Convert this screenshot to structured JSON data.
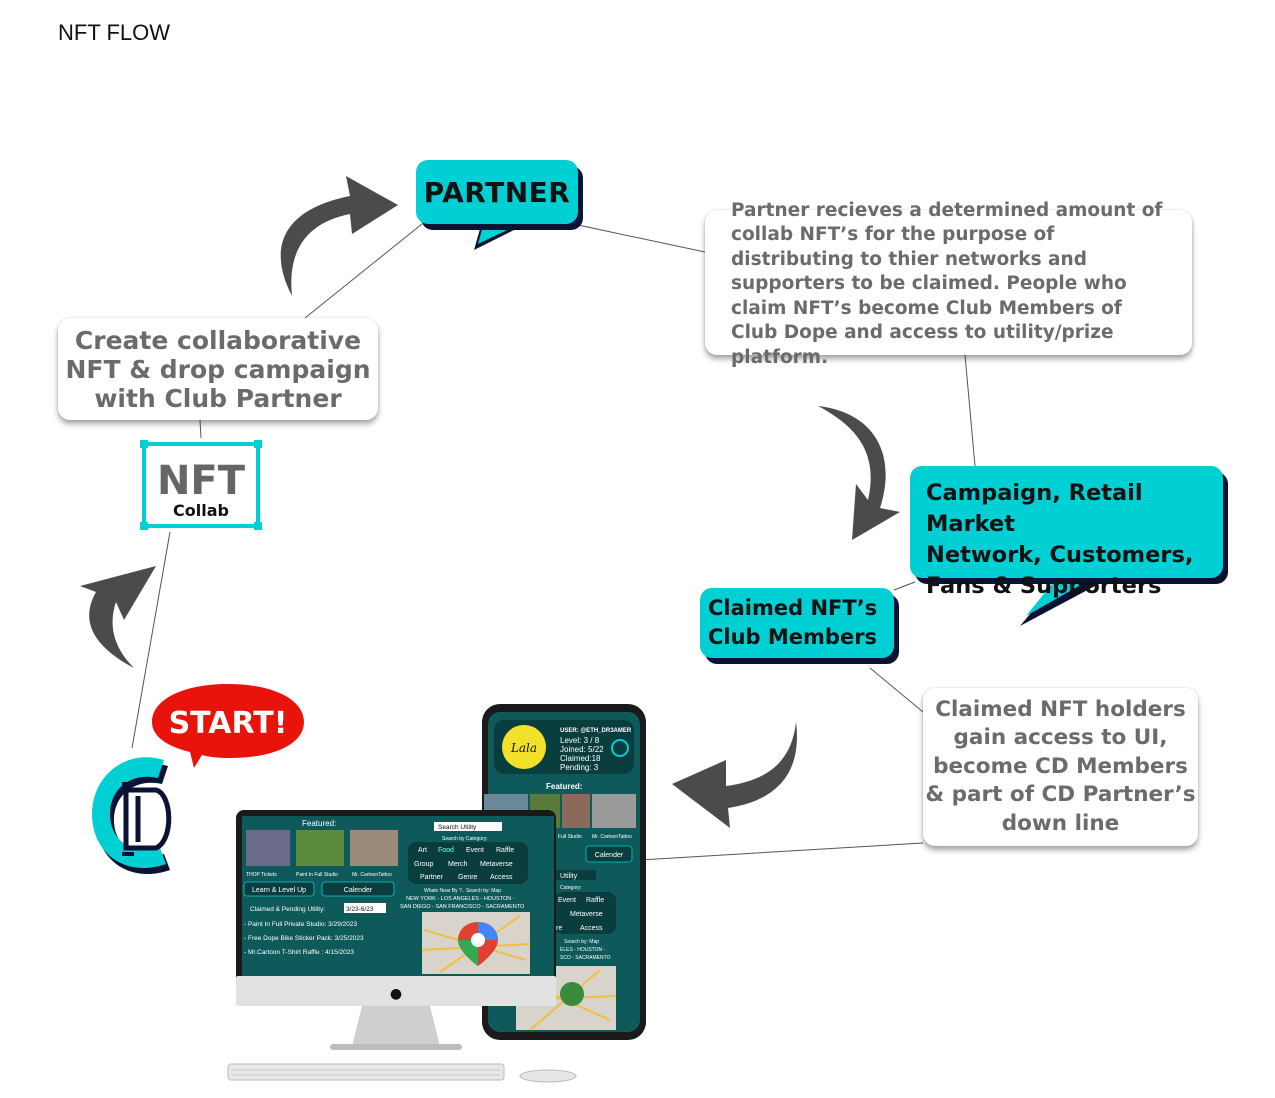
{
  "page_title": "NFT FLOW",
  "nodes": {
    "partner": "PARTNER",
    "create_campaign": [
      "Create collaborative",
      "NFT & drop campaign",
      "with Club Partner"
    ],
    "partner_description": "Partner recieves a determined amount of collab NFT’s  for the purpose of distributing to thier networks and supporters to be claimed. People who claim NFT’s become Club Members of Club Dope and access to utility/prize platform.",
    "campaign_network": [
      "Campaign, Retail Market",
      "Network, Customers,",
      "Fans & Supporters"
    ],
    "claimed_members": [
      "Claimed NFT’s",
      "Club Members"
    ],
    "holders_description": [
      "Claimed  NFT holders",
      "gain  access to UI,",
      "become CD Members",
      "& part of CD Partner’s",
      "down line"
    ],
    "start": "START!"
  },
  "nft_logo": {
    "big": "NFT",
    "small": "Collab"
  },
  "desktop_screen": {
    "featured": "Featured:",
    "thumb_captions": [
      "THOP Tickets",
      "Paint In Full Studio",
      "Mr. CartoonTattoo"
    ],
    "buttons": [
      "Learn & Level Up",
      "Calender"
    ],
    "utility_header": "Claimed & Pending Utility:",
    "utility_range": "3/23-6/23",
    "utility_items": [
      "- Paint In Full Private Studio:  3/29/2023",
      "- Free Dope Bike Sticker Pack:  3/25/2023",
      "- Mr.Cartoon T-Shirt Raffle :  4/15/2023"
    ],
    "search_label": "Search Utility",
    "search_by_category": "Search by Category:",
    "categories": [
      "Art",
      "Food",
      "Event",
      "Raffle",
      "Group",
      "Merch",
      "Metaverse",
      "Partner",
      "Genre",
      "Access"
    ],
    "whats_near": "Whats Near By ?.. Search by: Map",
    "cities_1": "NEW YORK - LOS ANGELES - HOUSTON -",
    "cities_2": "SAN DIEGO - SAN FRANCISCO - SACRAMENTO"
  },
  "phone_screen": {
    "user": "USER: @ETH_DR3AMER",
    "level": "Level: 3 / 8",
    "joined": "Joined: 5/22",
    "claimed": "Claimed:18",
    "pending": "Pending: 3",
    "featured": "Featured:",
    "captions": [
      "Full Studio",
      "Mr. CartoonTattoo"
    ],
    "button": "Calender",
    "utility": "Utility",
    "category": "Category:",
    "cats": [
      "Event",
      "Raffle",
      "Metaverse",
      "re",
      "Access"
    ],
    "search_map": "Search by: Map",
    "cities": [
      "ELES - HOUSTON -",
      "SCO - SACRAMENTO"
    ]
  },
  "colors": {
    "cyan": "#00cfd4",
    "navy_shadow": "#0b1233",
    "arrow_gray": "#4a4a4a",
    "start_red": "#e8140c",
    "screen_teal": "#0e5a5a"
  }
}
